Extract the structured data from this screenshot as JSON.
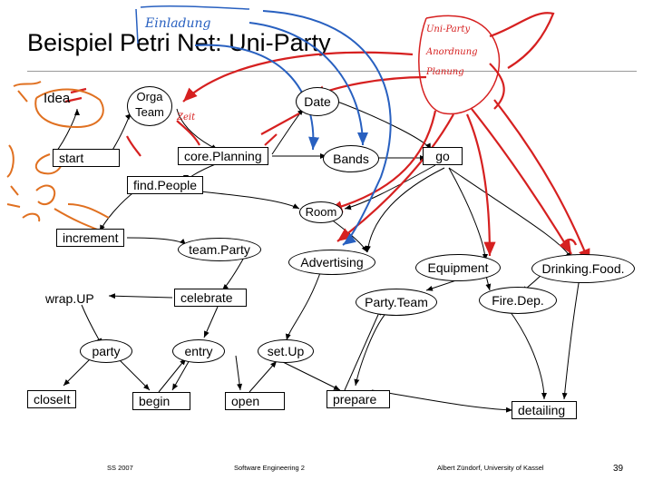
{
  "slide": {
    "title": "Beispiel Petri Net: Uni-Party",
    "page_number": "39"
  },
  "footer": {
    "left": "SS 2007",
    "center": "Software Engineering 2",
    "right": "Albert Zündorf, University of Kassel"
  },
  "nodes": {
    "idea": "Idea",
    "orga_team": "Orga\nTeam",
    "date": "Date",
    "start": "start",
    "core_planning": "core.Planning",
    "bands": "Bands",
    "go": "go",
    "find_people": "find.People",
    "room": "Room",
    "increment": "increment",
    "team_party": "team.Party",
    "advertising": "Advertising",
    "equipment": "Equipment",
    "drinking_food": "Drinking.Food.",
    "wrap_up": "wrap.UP",
    "celebrate": "celebrate",
    "party_team": "Party.Team",
    "fire_dep": "Fire.Dep.",
    "party": "party",
    "entry": "entry",
    "set_up": "set.Up",
    "close_it": "closeIt",
    "begin": "begin",
    "open": "open",
    "prepare": "prepare",
    "detailing": "detailing"
  },
  "annotations": {
    "handwriting": [
      "Einladung",
      "Uni-Party",
      "Anordnung",
      "Planung",
      "Zeit"
    ],
    "colors": {
      "red": "#d62020",
      "blue": "#2860c0",
      "orange": "#e07020"
    }
  }
}
